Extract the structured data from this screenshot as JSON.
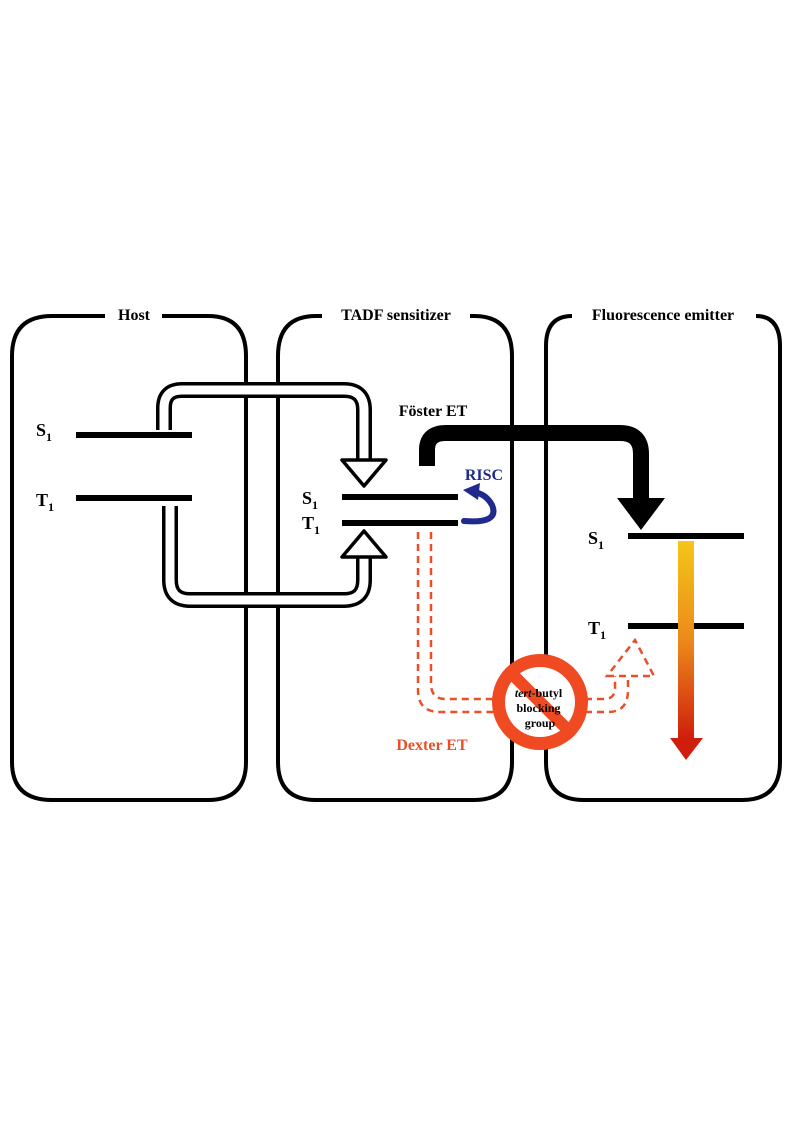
{
  "panels": {
    "host": "Host",
    "sensitizer": "TADF sensitizer",
    "emitter": "Fluorescence emitter"
  },
  "states": {
    "singlet": "S",
    "triplet": "T",
    "subscript": "1"
  },
  "processes": {
    "forster": "Föster ET",
    "risc": "RISC",
    "dexter": "Dexter ET"
  },
  "blocking": {
    "line1_italic": "tert",
    "line1_rest": "-butyl",
    "line2": "blocking",
    "line3": "group"
  },
  "colors": {
    "risc": "#1f2a8c",
    "dexter": "#e8502a",
    "blocking": "#f04a22",
    "emission_top": "#f5c618",
    "emission_bottom": "#d01e0c"
  }
}
